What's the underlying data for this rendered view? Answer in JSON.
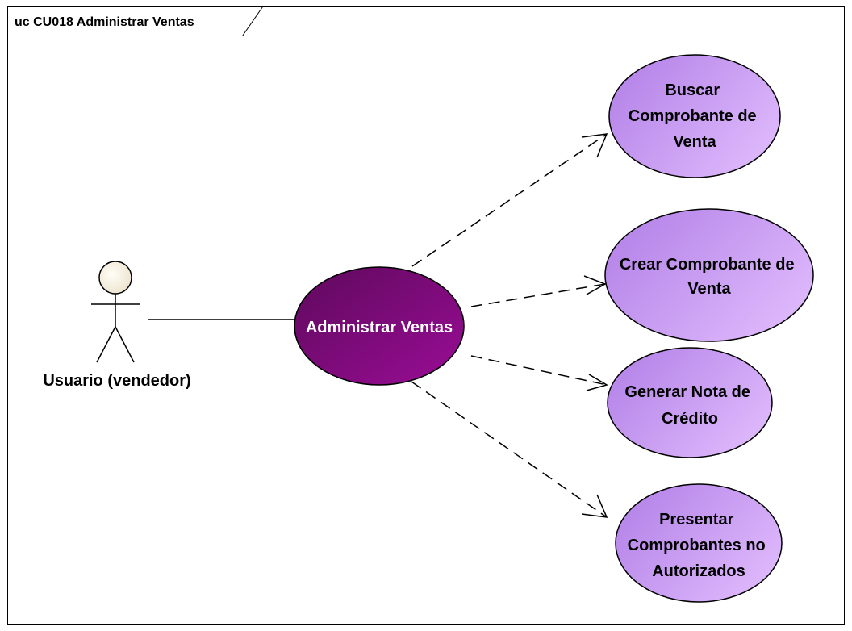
{
  "frame": {
    "title": "uc CU018 Administrar Ventas"
  },
  "actor": {
    "label": "Usuario (vendedor)"
  },
  "use_cases": {
    "main": {
      "lines": [
        "Administrar Ventas"
      ]
    },
    "buscar": {
      "lines": [
        "Buscar",
        "Comprobante de",
        "Venta"
      ]
    },
    "crear": {
      "lines": [
        "Crear Comprobante de",
        "Venta"
      ]
    },
    "generar": {
      "lines": [
        "Generar Nota de",
        "Crédito"
      ]
    },
    "presentar": {
      "lines": [
        "Presentar",
        "Comprobantes no",
        "Autorizados"
      ]
    }
  },
  "colors": {
    "main_fill_dark": "#5e0a5c",
    "main_fill_light": "#9a0c96",
    "secondary_fill_dark": "#b07ee6",
    "secondary_fill_light": "#dcb6fb",
    "actor_head_fill": "#f5efe0",
    "stroke": "#000000"
  }
}
